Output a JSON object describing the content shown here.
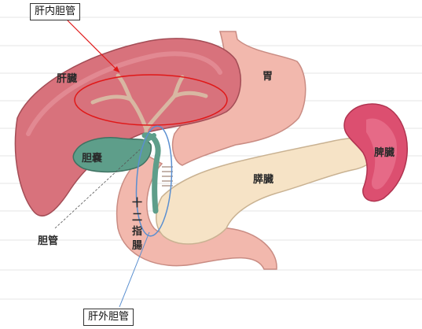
{
  "callouts": {
    "intrahepatic": "肝内胆管",
    "extrahepatic": "肝外胆管"
  },
  "labels": {
    "liver": "肝臓",
    "stomach": "胃",
    "gallbladder": "胆嚢",
    "bile_duct": "胆管",
    "pancreas": "膵臓",
    "spleen": "脾臓",
    "duodenum": "十二指腸"
  },
  "colors": {
    "liver": "#d8727c",
    "stomach": "#f2b8ad",
    "gallbladder": "#5e9e8a",
    "pancreas": "#f6e3c6",
    "spleen": "#dc4f70",
    "duodenum": "#f2b8ad",
    "highlight_red": "#e01818",
    "highlight_blue": "#5a8fd0"
  }
}
